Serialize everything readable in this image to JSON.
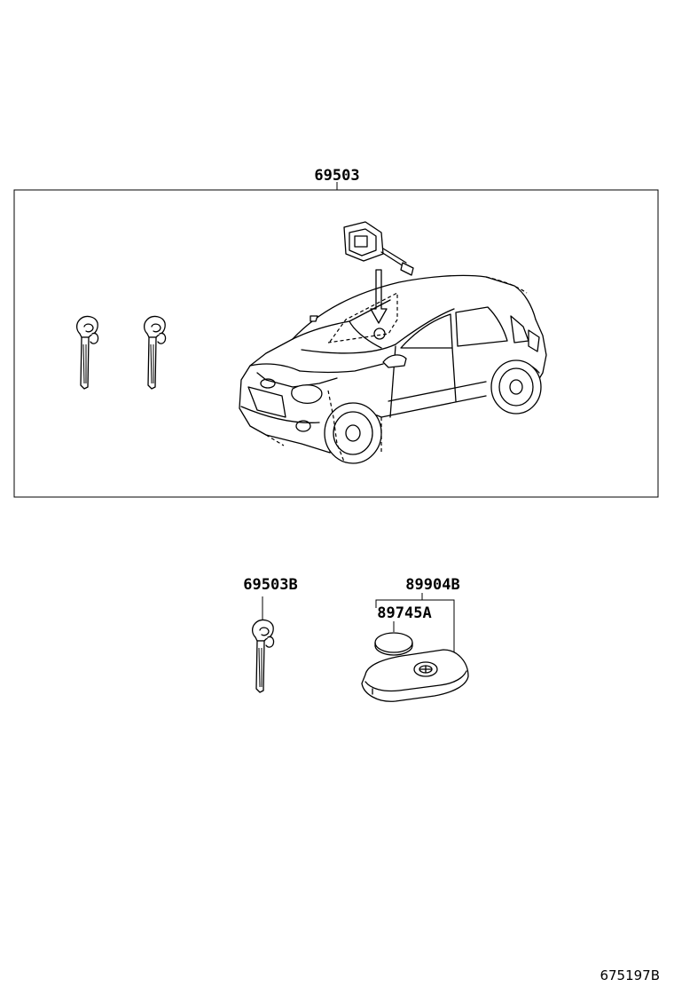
{
  "diagram": {
    "labels": {
      "kit": "69503",
      "key": "69503B",
      "transmitter": "89904B",
      "battery": "89745A"
    },
    "illustration_id": "675197B"
  }
}
